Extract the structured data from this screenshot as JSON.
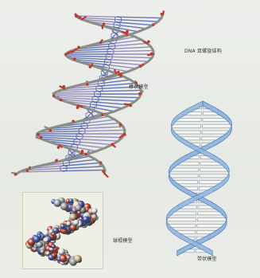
{
  "labels": {
    "title": "DNA 双螺旋结构",
    "stick_model": "棒状模型",
    "space_fill_model": "球棍模型",
    "ribbon_model": "带状模型"
  },
  "colors": {
    "background": "#e9ebe7",
    "carbon": "#8a8f86",
    "oxygen": "#c0392b",
    "nitrogen": "#3b4fa8",
    "ribbon": "#8fb6df",
    "ribbon_edge": "#4f7fb8"
  }
}
